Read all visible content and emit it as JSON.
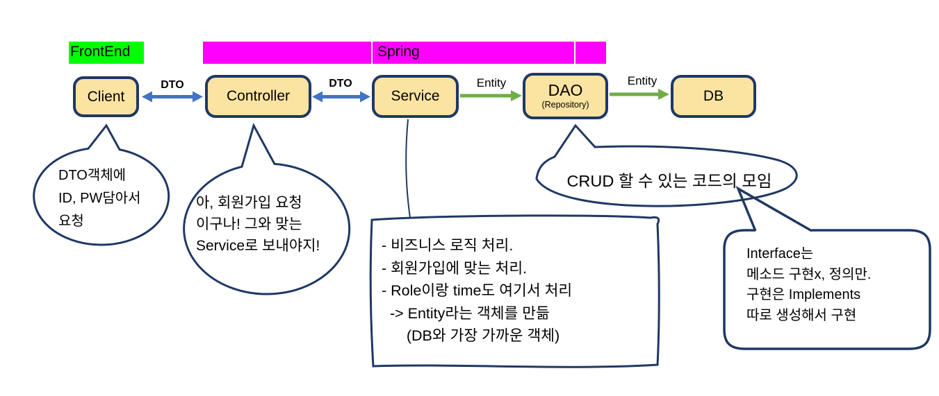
{
  "layers": {
    "frontend": "FrontEnd",
    "backend": "Spring"
  },
  "nodes": {
    "client": {
      "label": "Client"
    },
    "controller": {
      "label": "Controller"
    },
    "service": {
      "label": "Service"
    },
    "dao": {
      "label": "DAO",
      "sublabel": "(Repository)"
    },
    "db": {
      "label": "DB"
    }
  },
  "edges": {
    "client_controller": {
      "label": "DTO"
    },
    "controller_service": {
      "label": "DTO"
    },
    "service_dao": {
      "label": "Entity"
    },
    "dao_db": {
      "label": "Entity"
    }
  },
  "notes": {
    "client": "DTO객체에\nID, PW담아서\n요청",
    "controller": "아, 회원가입 요청\n이구나! 그와 맞는\nService로 보내야지!",
    "service": "- 비즈니스 로직 처리.\n- 회원가입에 맞는 처리.\n- Role이랑 time도 여기서 처리\n  -> Entity라는 객체를 만듦\n      (DB와 가장 가까운 객체)",
    "dao": "CRUD 할 수 있는 코드의 모임",
    "interface": "Interface는\n메소드 구현x, 정의만.\n구현은 Implements\n따로 생성해서 구현"
  },
  "colors": {
    "node_fill": "#FBE3A2",
    "node_border": "#1F3864",
    "frontend_bar": "#00FF00",
    "spring_bar": "#FF00FF",
    "dto_arrow": "#4472C4",
    "entity_arrow": "#70AD47",
    "bubble_stroke": "#1F3864"
  }
}
